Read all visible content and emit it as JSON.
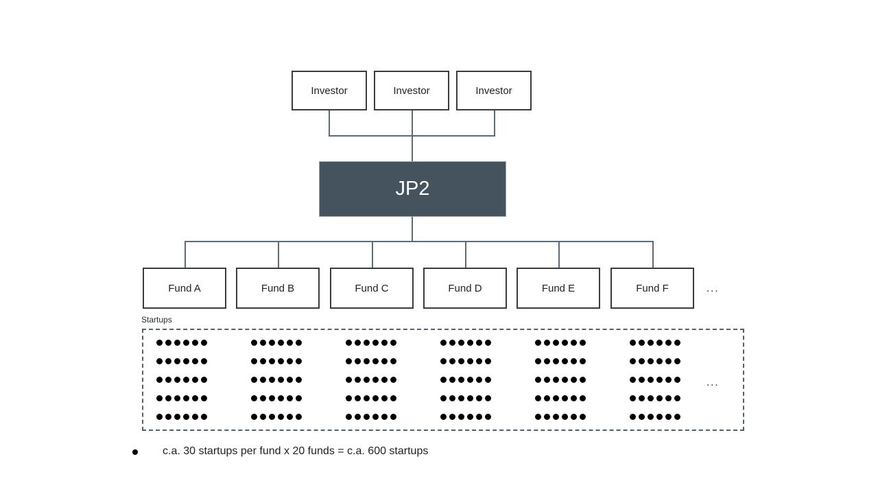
{
  "diagram": {
    "investors": {
      "items": [
        "Investor",
        "Investor",
        "Investor"
      ]
    },
    "parent": {
      "label": "JP2"
    },
    "funds": {
      "items": [
        "Fund A",
        "Fund B",
        "Fund C",
        "Fund D",
        "Fund E",
        "Fund F"
      ],
      "ellipsis": "..."
    },
    "startups": {
      "label": "Startups",
      "ellipsis": "...",
      "grid": {
        "columns": 6,
        "rows": 5,
        "dots_per_group": 6
      }
    },
    "note": {
      "text": "c.a. 30 startups per fund x 20 funds = c.a. 600 startups"
    }
  },
  "icons": {
    "bullet": "filled-circle"
  },
  "colors": {
    "parent_fill": "#45535f",
    "parent_text": "#ffffff",
    "box_border": "#3b3b3b",
    "connector": "#5b6b79",
    "dashed_border": "#51606e",
    "dot": "#000000",
    "text": "#1f1f1f"
  }
}
